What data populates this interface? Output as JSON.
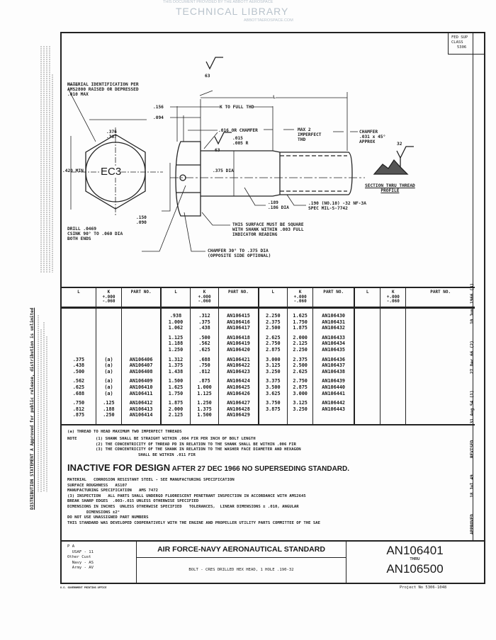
{
  "watermark": {
    "line1": "THIS DOCUMENT PROVIDED BY THE ABBOTT AEROSPACE",
    "line2": "TECHNICAL LIBRARY",
    "line3": "ABBOTTAEROSPACE.COM"
  },
  "margin": {
    "distribution": "DISTRIBUTION STATEMENT A   Approved for public release, distribution is unlimited"
  },
  "fed_class": {
    "label": "FED  SUP CLASS",
    "value": "5306"
  },
  "drawing": {
    "material_id": [
      "MATERIAL IDENTIFICATION PER",
      "AMS2800   RAISED OR DEPRESSED",
      " .010 MAX"
    ],
    "d156": ".156",
    "d094": ".094",
    "k_full": "K TO FULL THD",
    "L": "L",
    "d016": ".016 OR CHAMFER",
    "max2": [
      "MAX 2",
      "IMPERFECT",
      "THD"
    ],
    "chamfer45": [
      "CHAMFER",
      ".031 x 45°",
      "APPROX"
    ],
    "finish63": "63",
    "finish32": "32",
    "r015": [
      ".015",
      ".005 R"
    ],
    "hex_w": [
      ".376",
      ".367"
    ],
    "min420": ".420 MIN",
    "marking": "EC3",
    "dia375": ".375 DIA",
    "hole_pos": [
      ".150",
      ".090"
    ],
    "drill": [
      "DRILL .0469",
      "CSINK 90° TO .060 DIA",
      "BOTH ENDS"
    ],
    "square": [
      "THIS SURFACE MUST BE SQUARE",
      "WITH SHANK WITHIN .003 FULL",
      "INDICATOR READING"
    ],
    "chamfer30": [
      "CHAMFER 30° TO .375 DIA",
      "(OPPOSITE SIDE OPTIONAL)"
    ],
    "dia189": [
      ".189",
      ".186 DIA"
    ],
    "thread": [
      ".190 (NO.10) -32 NF-3A",
      "SPEC MIL-S-7742"
    ],
    "section": [
      "SECTION THRU THREAD",
      "PROFILE"
    ]
  },
  "table": {
    "headers": {
      "L": "L",
      "K": [
        "K",
        "+.000",
        "-.060"
      ],
      "part": "PART NO."
    },
    "rows": [
      [
        "",
        "",
        "",
        ".938",
        ".312",
        "AN106415",
        "2.250",
        "1.625",
        "AN106430"
      ],
      [
        "",
        "",
        "",
        "1.000",
        ".375",
        "AN106416",
        "2.375",
        "1.750",
        "AN106431"
      ],
      [
        "",
        "",
        "",
        "1.062",
        ".438",
        "AN106417",
        "2.500",
        "1.875",
        "AN106432"
      ],
      [
        "",
        "",
        "",
        "1.125",
        ".500",
        "AN106418",
        "2.625",
        "2.000",
        "AN106433"
      ],
      [
        "",
        "",
        "",
        "1.188",
        ".562",
        "AN106419",
        "2.750",
        "2.125",
        "AN106434"
      ],
      [
        "",
        "",
        "",
        "1.250",
        ".625",
        "AN106420",
        "2.875",
        "2.250",
        "AN106435"
      ],
      [
        ".375",
        "(a)",
        "AN106406",
        "1.312",
        ".688",
        "AN106421",
        "3.000",
        "2.375",
        "AN106436"
      ],
      [
        ".438",
        "(a)",
        "AN106407",
        "1.375",
        ".750",
        "AN106422",
        "3.125",
        "2.500",
        "AN106437"
      ],
      [
        ".500",
        "(a)",
        "AN106408",
        "1.438",
        ".812",
        "AN106423",
        "3.250",
        "2.625",
        "AN106438"
      ],
      [
        ".562",
        "(a)",
        "AN106409",
        "1.500",
        ".875",
        "AN106424",
        "3.375",
        "2.750",
        "AN106439"
      ],
      [
        ".625",
        "(a)",
        "AN106410",
        "1.625",
        "1.000",
        "AN106425",
        "3.500",
        "2.875",
        "AN106440"
      ],
      [
        ".688",
        "(a)",
        "AN106411",
        "1.750",
        "1.125",
        "AN106426",
        "3.625",
        "3.000",
        "AN106441"
      ],
      [
        ".750",
        ".125",
        "AN106412",
        "1.875",
        "1.250",
        "AN106427",
        "3.750",
        "3.125",
        "AN106442"
      ],
      [
        ".812",
        ".188",
        "AN106413",
        "2.000",
        "1.375",
        "AN106428",
        "3.875",
        "3.250",
        "AN106443"
      ],
      [
        ".875",
        ".250",
        "AN106414",
        "2.125",
        "1.500",
        "AN106429",
        "",
        "",
        ""
      ]
    ]
  },
  "revisions": [
    "APPROVED",
    "18 Jul 49",
    "REVISED",
    "31 Aug 54 (1)",
    "27 Dec 66 (2)",
    "10 June 1966 (3)"
  ],
  "notes": {
    "a": "(a) THREAD TO HEAD   MAXIMUM TWO IMPERFECT THREADS",
    "label": "NOTE",
    "n1": "(1)   SHANK SHALL BE STRAIGHT WITHIN .004 FIR  PER INCH OF BOLT LENGTH",
    "n2": "(2)   THE CONCENTRICITY OF THREAD PD IN RELATION TO THE SHANK SHALL BE WITHIN .006 FIR",
    "n3": "(3)   THE CONCENTRICITY OF THE SHANK IN RELATION TO THE WASHER FACE DIAMETER AND HEXAGON",
    "n3b": "SHALL BE WITHIN .011 FIR"
  },
  "inactive": {
    "big": "INACTIVE FOR DESIGN",
    "rest": " AFTER 27 DEC 1966  NO SUPERSEDING STANDARD."
  },
  "spec": [
    "MATERIAL   CORROSION RESISTANT STEEL - SEE MANUFACTURING SPECIFICATION",
    "SURFACE ROUGHNESS   AS107",
    "MANUFACTURING SPECIFICATION   AMS 7472",
    "(3) INSPECTION   ALL PARTS SHALL UNDERGO FLUORESCENT PENETRANT INSPECTION IN ACCORDANCE WITH AMS2645",
    "BREAK SHARP EDGES  .003-.015 UNLESS OTHERWISE SPECIFIED",
    "DIMENSIONS IN INCHES  UNLESS OTHERWISE SPECIFIED   TOLERANCES,  LINEAR DIMENSIONS ± .010, ANGULAR",
    "        DIMENSIONS ±2°",
    "DO NOT USE UNASSIGNED PART NUMBERS",
    "THIS STANDARD WAS DEVELOPED COOPERATIVELY WITH THE ENGINE AND PROPELLER UTILITY PARTS COMMITTEE OF THE SAE"
  ],
  "title_block": {
    "custodians": [
      "P A",
      "  USAF - 11",
      "Other Cust",
      "  Navy - AS",
      "  Army - AV"
    ],
    "title": "AIR FORCE-NAVY AERONAUTICAL STANDARD",
    "description": "BOLT - CRES DRILLED HEX HEAD, 1 HOLE   .190-32",
    "num1": "AN106401",
    "thru": "THRU",
    "num2": "AN106500"
  },
  "footer": {
    "printer": "U.S. GOVERNMENT PRINTING OFFICE",
    "project": "Project No   5306-1048"
  }
}
